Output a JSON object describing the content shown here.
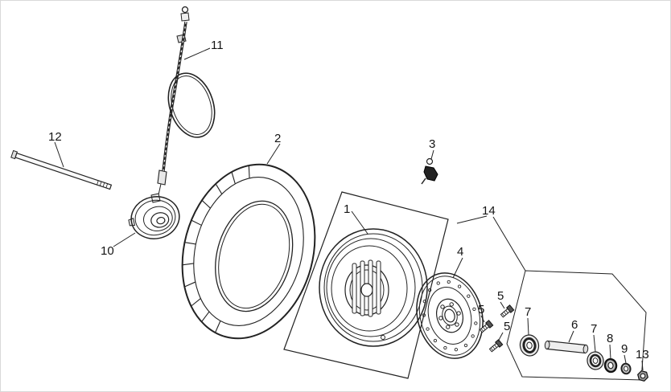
{
  "figure": {
    "kind": "exploded-parts-diagram",
    "background_color": "#ffffff",
    "line_color": "#1f1f1f"
  },
  "callouts": [
    {
      "n": "11"
    },
    {
      "n": "12"
    },
    {
      "n": "10"
    },
    {
      "n": "2"
    },
    {
      "n": "1"
    },
    {
      "n": "3"
    },
    {
      "n": "4"
    },
    {
      "n": "14"
    },
    {
      "n": "5"
    },
    {
      "n": "5"
    },
    {
      "n": "5"
    },
    {
      "n": "7"
    },
    {
      "n": "6"
    },
    {
      "n": "7"
    },
    {
      "n": "8"
    },
    {
      "n": "9"
    },
    {
      "n": "13"
    }
  ]
}
